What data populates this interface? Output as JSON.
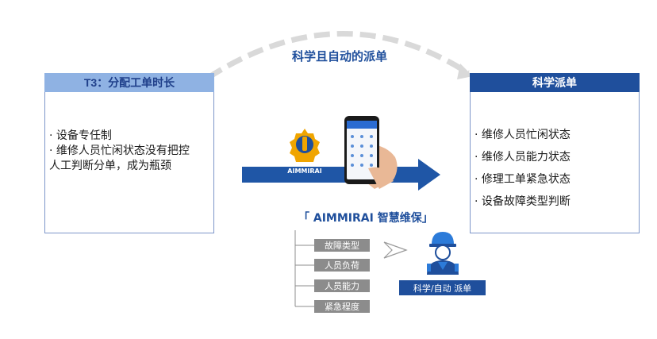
{
  "left_panel": {
    "title": "T3：分配工单时长",
    "items": [
      "· 设备专任制",
      "· 维修人员忙闲状态没有把控",
      "人工判断分单，成为瓶颈"
    ]
  },
  "right_panel": {
    "title": "科学派单",
    "items": [
      "· 维修人员忙闲状态",
      "· 维修人员能力状态",
      "· 修理工单紧急状态",
      "· 设备故障类型判断"
    ]
  },
  "arc_label": "科学且自动的派单",
  "brand": {
    "logo_text": "AIMMIRAI",
    "title": "「 AIMMIRAI 智慧维保」"
  },
  "factors": [
    "故障类型",
    "人员负荷",
    "人员能力",
    "紧急程度"
  ],
  "dispatch_label": "科学/自动 派单",
  "colors": {
    "primary": "#1f4f9c",
    "light_header": "#8fb2e3",
    "tag_gray": "#8c8c8c",
    "arrow": "#1f56a6",
    "arc": "#d9d9d9"
  }
}
